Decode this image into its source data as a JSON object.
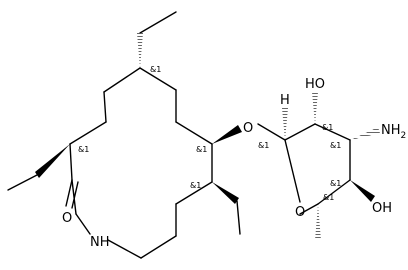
{
  "diagram": {
    "atoms": {
      "ho_top": "HO",
      "nh2": "NH",
      "nh2_sub": "2",
      "oh_bottom": "OH",
      "ring_o": "O",
      "ether_o": "O",
      "carbonyl_o": "O",
      "amide_nh": "NH",
      "anomeric_h": "H"
    },
    "stereo_labels": {
      "c_top": "&1",
      "c_left": "&1",
      "c_ether": "&1",
      "c_lower": "&1",
      "c_anomeric": "&1",
      "c_oh_top": "&1",
      "c_amine": "&1",
      "c_oh_bottom": "&1",
      "c_ring": "&1"
    }
  }
}
